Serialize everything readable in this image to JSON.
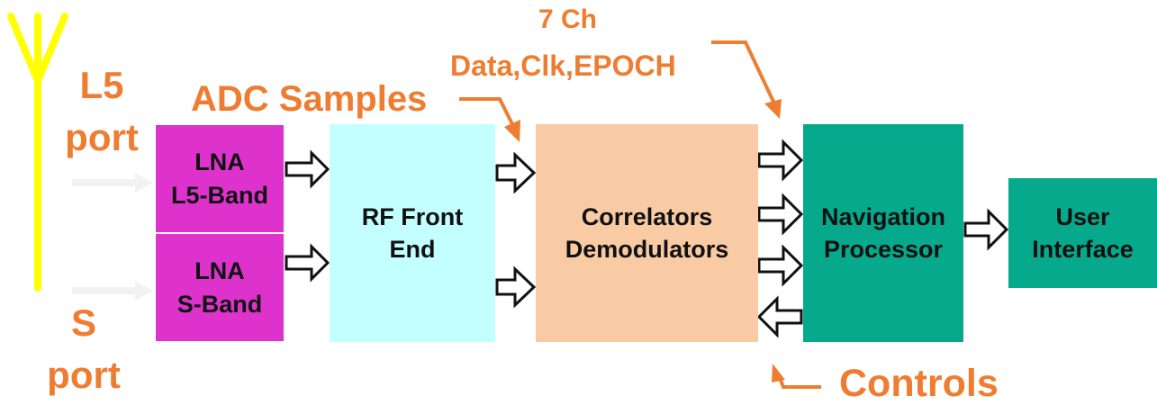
{
  "antenna": {
    "l5_port": [
      "L5",
      "port"
    ],
    "s_port": [
      "S",
      "port"
    ]
  },
  "labels": {
    "adc_samples": "ADC Samples",
    "channel_count": "7 Ch",
    "channel_signals": "Data,Clk,EPOCH",
    "controls": "Controls"
  },
  "blocks": {
    "lna_l5": [
      "LNA",
      "L5-Band"
    ],
    "lna_s": [
      "LNA",
      "S-Band"
    ],
    "rf_front_end": [
      "RF Front",
      "End"
    ],
    "correlators": [
      "Correlators",
      "Demodulators"
    ],
    "nav_processor": [
      "Navigation",
      "Processor"
    ],
    "user_interface": [
      "User",
      "Interface"
    ]
  },
  "colors": {
    "antenna": "#ffff00",
    "lna": "#dd33cc",
    "rf_front_end": "#c4ffff",
    "correlators": "#f9cba5",
    "nav_processor": "#06a98b",
    "user_interface": "#06a98b",
    "label_orange": "#ee7d31"
  }
}
